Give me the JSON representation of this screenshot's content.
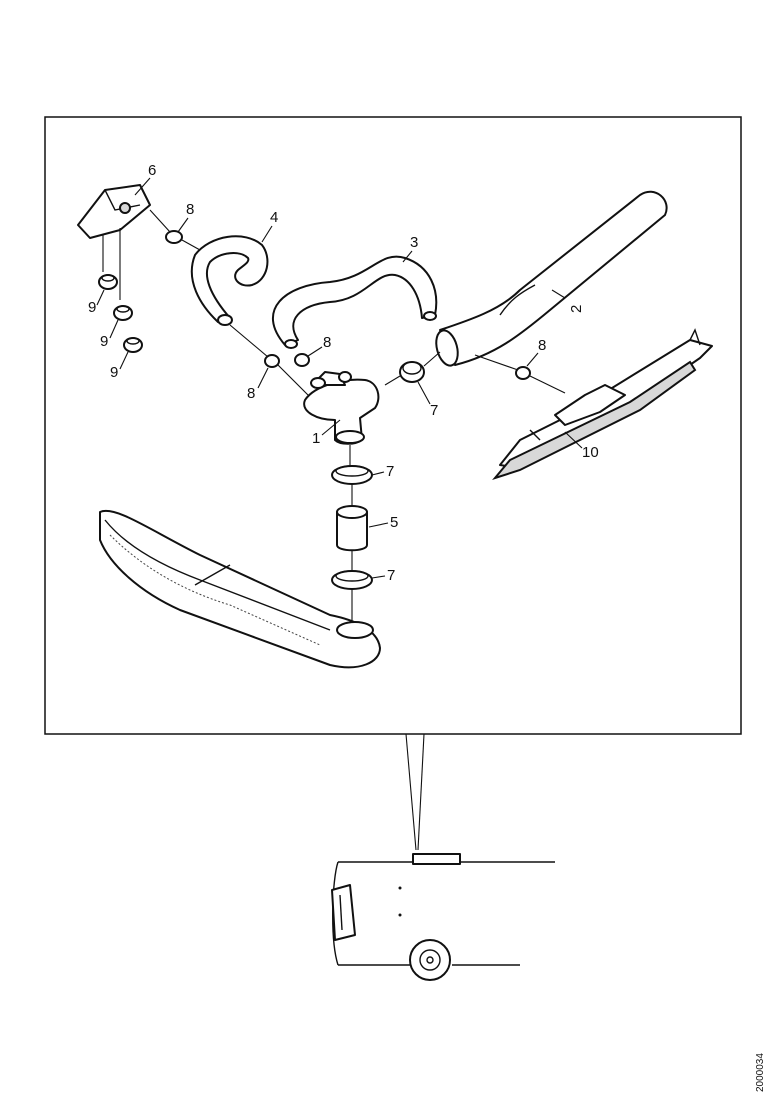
{
  "callouts": {
    "c1": "1",
    "c2": "2",
    "c3": "3",
    "c4": "4",
    "c5": "5",
    "c6": "6",
    "c7a": "7",
    "c7b": "7",
    "c7c": "7",
    "c8a": "8",
    "c8b": "8",
    "c8c": "8",
    "c8d": "8",
    "c9a": "9",
    "c9b": "9",
    "c9c": "9",
    "c10": "10"
  },
  "document_id": "2000034"
}
